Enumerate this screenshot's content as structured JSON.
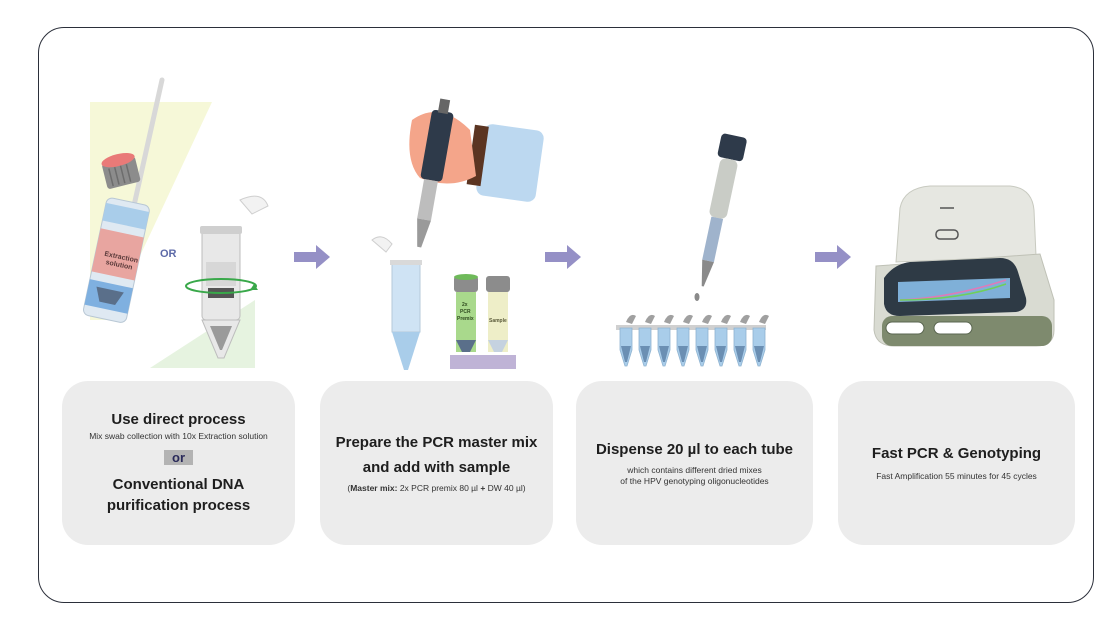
{
  "step1": {
    "title": "Use direct process",
    "desc": "Mix swab collection with 10x Extraction solution",
    "or_badge": "or",
    "alt_title_line1": "Conventional DNA",
    "alt_title_line2": "purification process",
    "tube_label_line1": "Extraction",
    "tube_label_line2": "solution",
    "or_label": "OR"
  },
  "step2": {
    "title_line1": "Prepare the PCR master mix",
    "title_line2": "and add with sample",
    "desc_open": "(",
    "desc_bold": "Master mix:",
    "desc_rest_a": " 2x PCR premix 80 µl ",
    "desc_plus": "+",
    "desc_rest_b": " DW 40 µl)",
    "premix_line1": "2x",
    "premix_line2": "PCR",
    "premix_line3": "Premix",
    "sample_label": "Sample"
  },
  "step3": {
    "title": "Dispense 20 µl to each tube",
    "desc_line1": "which contains different dried mixes",
    "desc_line2": "of the HPV genotyping oligonucleotides"
  },
  "step4": {
    "title": "Fast PCR & Genotyping",
    "desc": "Fast Amplification 55 minutes for 45 cycles"
  },
  "colors": {
    "arrow": "#9590c6",
    "frame": "#2b2f3a",
    "card": "#ececec",
    "tube_blue": "#a9cdea",
    "pipette_grey": "#bdbdbd",
    "cycler_body": "#d9dbd2",
    "cycler_base": "#7e8a6e",
    "glove": "#f4a58a"
  }
}
